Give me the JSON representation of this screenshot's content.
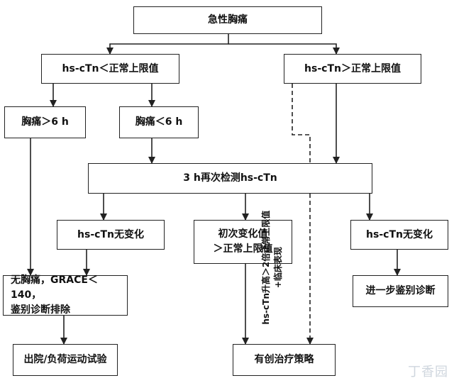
{
  "nodes": {
    "acute_chest_pain": "急性胸痛",
    "hs_ctn_below_limit": "hs-cTn＜正常上限值",
    "hs_ctn_above_limit": "hs-cTn＞正常上限值",
    "chest_pain_over_6h": "胸痛＞6 h",
    "chest_pain_under_6h": "胸痛＜6 h",
    "retest_3h": "3 h再次检测hs-cTn",
    "no_change_left": "hs-cTn无变化",
    "initial_change_above_limit": "初次变化值\n＞正常上限值",
    "no_change_right": "hs-cTn无变化",
    "pain_free_grace": "无胸痛，GRACE＜140，\n鉴别诊断排除",
    "further_differential": "进一步鉴别诊断",
    "discharge_stress_test": "出院/负荷运动试验",
    "invasive_treatment": "有创治疗策略"
  },
  "edge_labels": {
    "dashed_path": "hs-cTn升高＞2倍正常上限值\n+临床表现"
  },
  "watermark": "丁香园"
}
